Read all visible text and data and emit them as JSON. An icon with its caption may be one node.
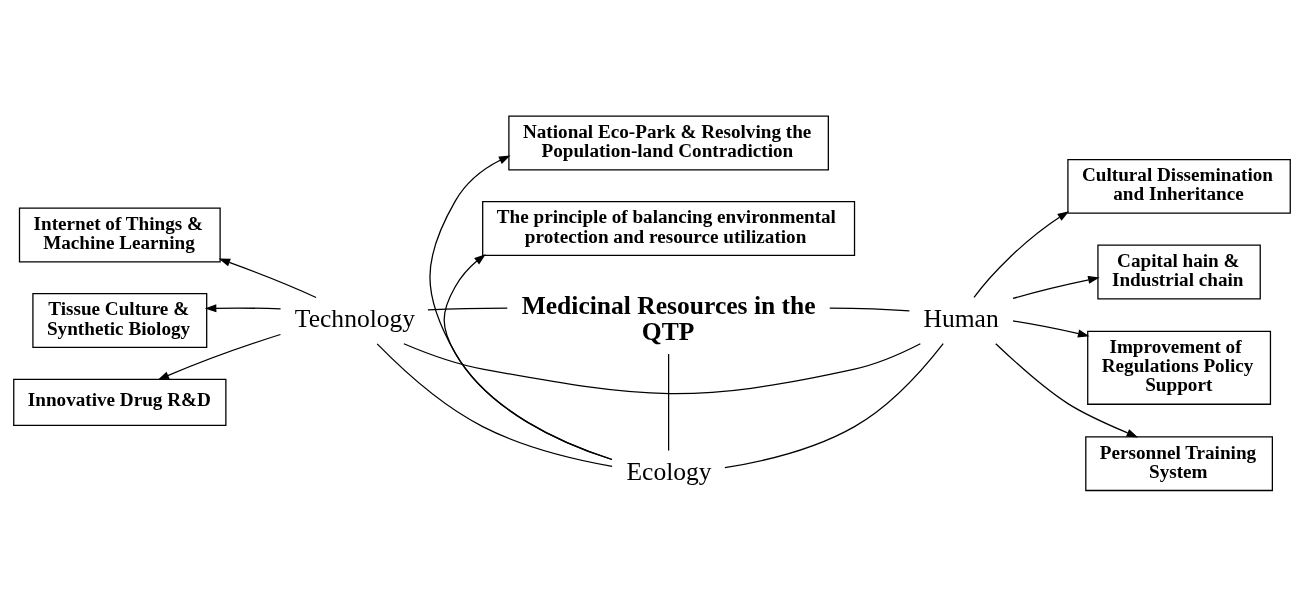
{
  "diagram": {
    "nodes": [
      {
        "text": [
          "Medicinal Resources in the QTP"
        ]
      },
      {
        "text": [
          "Technology"
        ]
      },
      {
        "text": [
          "Human"
        ]
      },
      {
        "text": [
          "Ecology"
        ]
      },
      {
        "text": [
          "Internet of Things & Machine Learning"
        ]
      },
      {
        "text": [
          "Tissue Culture & Synthetic Biology"
        ]
      },
      {
        "text": [
          "Innovative Drug R&D"
        ]
      },
      {
        "text": [
          "Cultural Dissemination and Inheritance"
        ]
      },
      {
        "text": [
          "Capital hain & Industrial chain"
        ]
      },
      {
        "text": [
          "Improvement of  Regulations Policy Support"
        ]
      },
      {
        "text": [
          "Personnel Training System"
        ]
      },
      {
        "text": [
          "National Eco-Park & Resolving the Population-land Contradiction"
        ]
      },
      {
        "text": [
          "The principle of balancing environmental protection and resource utilization"
        ]
      }
    ],
    "edges": [
      {
        "from": 1,
        "to": 0,
        "arrow": "none"
      },
      {
        "from": 2,
        "to": 0,
        "arrow": "none"
      },
      {
        "from": 0,
        "to": 3,
        "arrow": "none"
      },
      {
        "from": 1,
        "to": 2,
        "arrow": "none"
      },
      {
        "from": 1,
        "to": 3,
        "arrow": "none"
      },
      {
        "from": 2,
        "to": 3,
        "arrow": "none"
      },
      {
        "from": 1,
        "to": 4,
        "arrow": "to"
      },
      {
        "from": 1,
        "to": 5,
        "arrow": "to"
      },
      {
        "from": 1,
        "to": 6,
        "arrow": "to"
      },
      {
        "from": 2,
        "to": 7,
        "arrow": "to"
      },
      {
        "from": 2,
        "to": 8,
        "arrow": "to"
      },
      {
        "from": 2,
        "to": 9,
        "arrow": "to"
      },
      {
        "from": 2,
        "to": 10,
        "arrow": "to"
      },
      {
        "from": 3,
        "to": 11,
        "arrow": "to"
      },
      {
        "from": 3,
        "to": 12,
        "arrow": "to"
      }
    ]
  }
}
